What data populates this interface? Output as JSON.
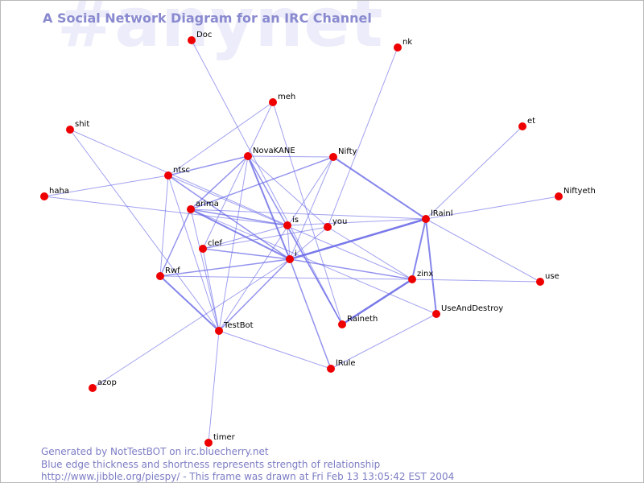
{
  "watermark": "#anynet",
  "title": "A Social Network Diagram for an IRC Channel",
  "footer": {
    "line1": "Generated by NotTestBOT on irc.bluecherry.net",
    "line2": "Blue edge thickness and shortness represents strength of relationship",
    "line3": "http://www.jibble.org/piespy/ - This frame was drawn at Fri Feb 13 13:05:42 EST 2004"
  },
  "colors": {
    "node": "#ee0000",
    "edge": "#6a6ae8",
    "text": "#7c7cc4",
    "watermark": "#ececfa"
  },
  "nodes": [
    {
      "id": "Doc",
      "label": "Doc"
    },
    {
      "id": "nk",
      "label": "nk"
    },
    {
      "id": "meh",
      "label": "meh"
    },
    {
      "id": "shit",
      "label": "shit"
    },
    {
      "id": "et",
      "label": "et"
    },
    {
      "id": "NovaKANE",
      "label": "NovaKANE"
    },
    {
      "id": "Nifty",
      "label": "Nifty"
    },
    {
      "id": "ntsc",
      "label": "ntsc"
    },
    {
      "id": "haha",
      "label": "haha"
    },
    {
      "id": "Niftyeth",
      "label": "Niftyeth"
    },
    {
      "id": "arima",
      "label": "arima"
    },
    {
      "id": "is",
      "label": "is"
    },
    {
      "id": "you",
      "label": "you"
    },
    {
      "id": "lRainl",
      "label": "lRainl"
    },
    {
      "id": "clef",
      "label": "clef"
    },
    {
      "id": "i",
      "label": "i"
    },
    {
      "id": "Rwf",
      "label": "Rwf"
    },
    {
      "id": "zinx",
      "label": "zinx"
    },
    {
      "id": "use",
      "label": "use"
    },
    {
      "id": "UseAndDestroy",
      "label": "UseAndDestroy"
    },
    {
      "id": "Raineth",
      "label": "Raineth"
    },
    {
      "id": "TestBot",
      "label": "TestBot"
    },
    {
      "id": "lRule",
      "label": "lRule"
    },
    {
      "id": "azop",
      "label": "azop"
    },
    {
      "id": "timer",
      "label": "timer"
    }
  ],
  "edges": [
    {
      "a": "Doc",
      "b": "Raineth",
      "w": 1
    },
    {
      "a": "nk",
      "b": "you",
      "w": 1
    },
    {
      "a": "meh",
      "b": "ntsc",
      "w": 1
    },
    {
      "a": "meh",
      "b": "Raineth",
      "w": 1
    },
    {
      "a": "meh",
      "b": "clef",
      "w": 1
    },
    {
      "a": "shit",
      "b": "is",
      "w": 1
    },
    {
      "a": "shit",
      "b": "TestBot",
      "w": 1
    },
    {
      "a": "et",
      "b": "lRainl",
      "w": 1
    },
    {
      "a": "haha",
      "b": "ntsc",
      "w": 1
    },
    {
      "a": "haha",
      "b": "is",
      "w": 1
    },
    {
      "a": "Niftyeth",
      "b": "lRainl",
      "w": 1
    },
    {
      "a": "use",
      "b": "lRainl",
      "w": 1
    },
    {
      "a": "use",
      "b": "zinx",
      "w": 1
    },
    {
      "a": "azop",
      "b": "i",
      "w": 1
    },
    {
      "a": "timer",
      "b": "TestBot",
      "w": 1
    },
    {
      "a": "ntsc",
      "b": "NovaKANE",
      "w": 1.5
    },
    {
      "a": "ntsc",
      "b": "Rwf",
      "w": 1
    },
    {
      "a": "ntsc",
      "b": "TestBot",
      "w": 1
    },
    {
      "a": "ntsc",
      "b": "i",
      "w": 1.5
    },
    {
      "a": "ntsc",
      "b": "zinx",
      "w": 1
    },
    {
      "a": "NovaKANE",
      "b": "Nifty",
      "w": 1
    },
    {
      "a": "NovaKANE",
      "b": "arima",
      "w": 1.5
    },
    {
      "a": "NovaKANE",
      "b": "i",
      "w": 2
    },
    {
      "a": "NovaKANE",
      "b": "Raineth",
      "w": 1.5
    },
    {
      "a": "NovaKANE",
      "b": "you",
      "w": 1
    },
    {
      "a": "NovaKANE",
      "b": "TestBot",
      "w": 1
    },
    {
      "a": "Nifty",
      "b": "arima",
      "w": 1.5
    },
    {
      "a": "Nifty",
      "b": "lRainl",
      "w": 2
    },
    {
      "a": "Nifty",
      "b": "i",
      "w": 1
    },
    {
      "a": "Nifty",
      "b": "TestBot",
      "w": 1
    },
    {
      "a": "arima",
      "b": "i",
      "w": 2
    },
    {
      "a": "arima",
      "b": "is",
      "w": 1.5
    },
    {
      "a": "arima",
      "b": "Rwf",
      "w": 1.5
    },
    {
      "a": "arima",
      "b": "TestBot",
      "w": 1
    },
    {
      "a": "arima",
      "b": "UseAndDestroy",
      "w": 1
    },
    {
      "a": "arima",
      "b": "lRainl",
      "w": 1
    },
    {
      "a": "is",
      "b": "i",
      "w": 1
    },
    {
      "a": "is",
      "b": "Raineth",
      "w": 1
    },
    {
      "a": "is",
      "b": "clef",
      "w": 1
    },
    {
      "a": "is",
      "b": "lRainl",
      "w": 1
    },
    {
      "a": "you",
      "b": "clef",
      "w": 1
    },
    {
      "a": "you",
      "b": "i",
      "w": 1
    },
    {
      "a": "you",
      "b": "zinx",
      "w": 1
    },
    {
      "a": "lRainl",
      "b": "i",
      "w": 2.5
    },
    {
      "a": "lRainl",
      "b": "zinx",
      "w": 2
    },
    {
      "a": "lRainl",
      "b": "UseAndDestroy",
      "w": 2
    },
    {
      "a": "clef",
      "b": "i",
      "w": 1.5
    },
    {
      "a": "clef",
      "b": "TestBot",
      "w": 1
    },
    {
      "a": "i",
      "b": "Rwf",
      "w": 1.5
    },
    {
      "a": "i",
      "b": "TestBot",
      "w": 1.5
    },
    {
      "a": "i",
      "b": "zinx",
      "w": 1.5
    },
    {
      "a": "i",
      "b": "lRule",
      "w": 1.5
    },
    {
      "a": "zinx",
      "b": "Raineth",
      "w": 2.5
    },
    {
      "a": "zinx",
      "b": "Rwf",
      "w": 1
    },
    {
      "a": "Rwf",
      "b": "TestBot",
      "w": 2
    },
    {
      "a": "TestBot",
      "b": "lRule",
      "w": 1
    },
    {
      "a": "UseAndDestroy",
      "b": "lRule",
      "w": 1
    }
  ]
}
